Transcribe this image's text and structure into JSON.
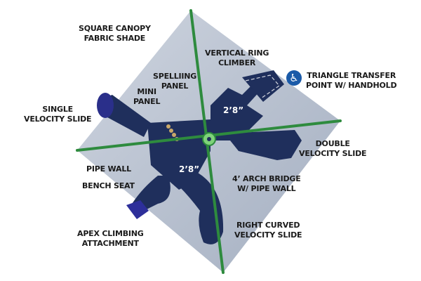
{
  "labels": {
    "canopy": [
      "SQUARE CANOPY",
      "FABRIC SHADE"
    ],
    "ring_climber": [
      "VERTICAL RING",
      "CLIMBER"
    ],
    "spelling_panel": [
      "SPELLIING",
      "PANEL"
    ],
    "mini_panel": [
      "MINI",
      "PANEL"
    ],
    "single_slide": [
      "SINGLE",
      "VELOCITY SLIDE"
    ],
    "transfer_point": [
      "TRIANGLE TRANSFER",
      "POINT W/ HANDHOLD"
    ],
    "double_slide": [
      "DOUBLE",
      "VELOCITY SLIDE"
    ],
    "pipe_wall": [
      "PIPE WALL"
    ],
    "bench_seat": [
      "BENCH SEAT"
    ],
    "arch_bridge": [
      "4’ ARCH BRIDGE",
      "W/ PIPE WALL"
    ],
    "apex": [
      "APEX CLIMBING",
      "ATTACHMENT"
    ],
    "right_slide": [
      "RIGHT CURVED",
      "VELOCITY SLIDE"
    ]
  },
  "dimensions": {
    "upper_deck": "2’8”",
    "lower_deck": "2’8”"
  },
  "icons": {
    "accessibility": "wheelchair-icon"
  },
  "colors": {
    "canopy": "#a9b4c6",
    "structure": "#1f2f5c",
    "poles": "#2e8b3e",
    "ada": "#1a5aa8"
  }
}
